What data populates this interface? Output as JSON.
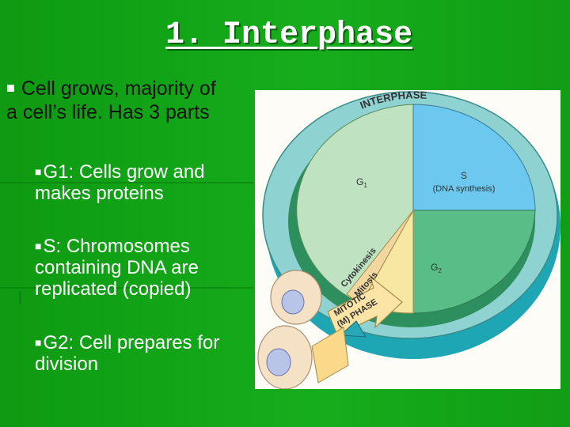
{
  "slide": {
    "title": "1. Interphase",
    "bullet_line1": "Cell grows, majority of",
    "bullet_line2": "a cell’s life. Has 3 parts",
    "sub_bullets": [
      {
        "line1": "G1: Cells grow and",
        "line2": "makes proteins"
      },
      {
        "line1": "S: Chromosomes",
        "line2": "containing DNA are",
        "line3": "replicated (copied)"
      },
      {
        "line1": "G2: Cell prepares for",
        "line2": "division"
      }
    ]
  },
  "diagram": {
    "interphase_label": "INTERPHASE",
    "g1_label": "G",
    "g1_sub": "1",
    "s_label": "S",
    "s_desc": "(DNA synthesis)",
    "g2_label": "G",
    "g2_sub": "2",
    "cytokinesis_label": "Cytokinesis",
    "mitosis_label": "Mitosis",
    "mitotic_line1": "MITOTIC",
    "mitotic_line2": "(M) PHASE"
  },
  "colors": {
    "background": "#14a81a",
    "g1": "#bfe3c0",
    "s": "#6cc8ee",
    "g2": "#58bd86",
    "ring": "#8fd2d2",
    "mitotic": "#fbe4a6"
  }
}
